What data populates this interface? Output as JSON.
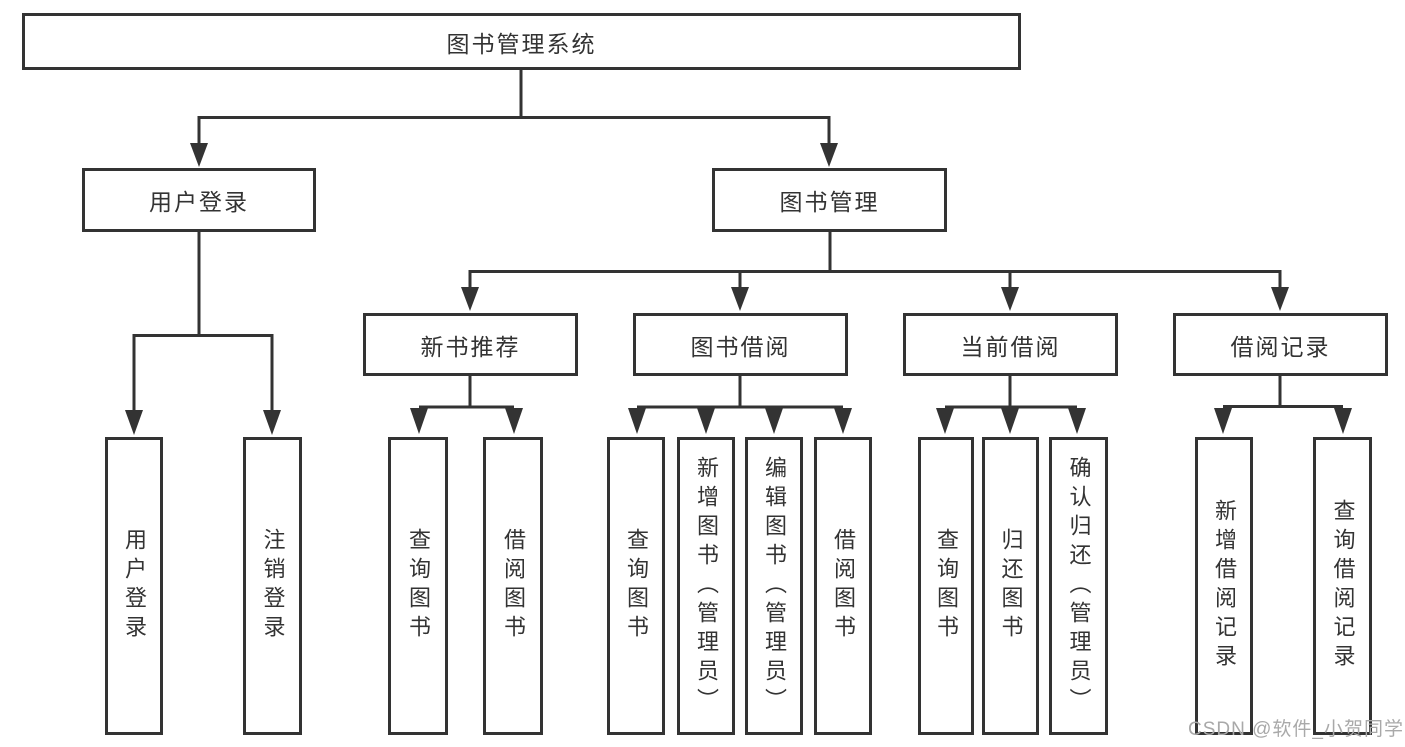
{
  "diagram": {
    "root": {
      "label": "图书管理系统"
    },
    "user_login": {
      "label": "用户登录",
      "children": {
        "login": "用户登录",
        "logout": "注销登录"
      }
    },
    "book_mgmt": {
      "label": "图书管理"
    },
    "new_books": {
      "label": "新书推荐",
      "children": {
        "query": "查询图书",
        "borrow": "借阅图书"
      }
    },
    "book_borrow": {
      "label": "图书借阅",
      "children": {
        "query": "查询图书",
        "add": "新增图书（管理员）",
        "edit": "编辑图书（管理员）",
        "borrow": "借阅图书"
      }
    },
    "current_borrow": {
      "label": "当前借阅",
      "children": {
        "query": "查询图书",
        "return": "归还图书",
        "confirm": "确认归还（管理员）"
      }
    },
    "borrow_records": {
      "label": "借阅记录",
      "children": {
        "add": "新增借阅记录",
        "query": "查询借阅记录"
      }
    }
  },
  "watermark": {
    "text": "CSDN @软件_小贺同学"
  },
  "colors": {
    "line": "#333333",
    "text": "#333333",
    "watermark": "#a9a9a9",
    "background": "#ffffff"
  }
}
